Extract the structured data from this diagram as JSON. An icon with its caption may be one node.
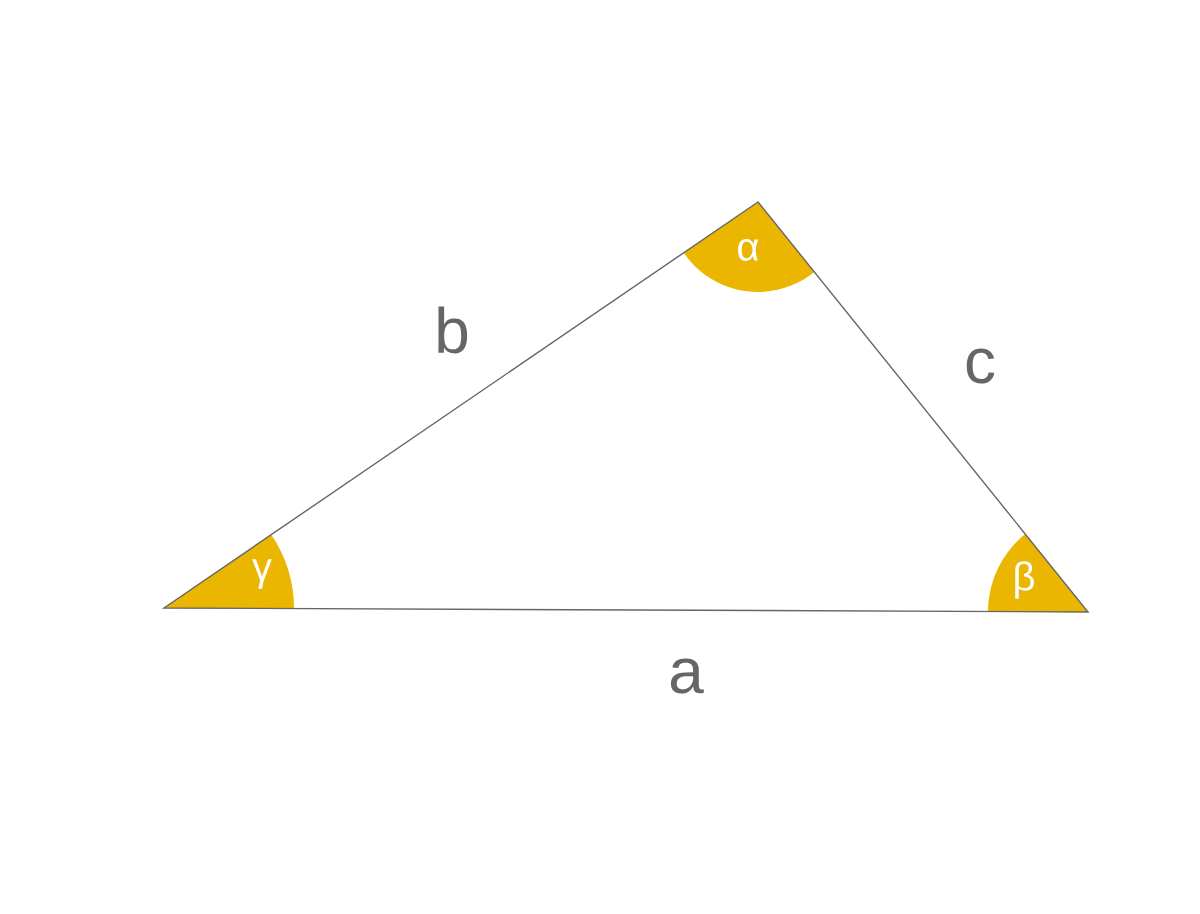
{
  "diagram": {
    "labels": [
      "α",
      "b",
      "c",
      "γ",
      "β",
      "a"
    ]
  }
}
